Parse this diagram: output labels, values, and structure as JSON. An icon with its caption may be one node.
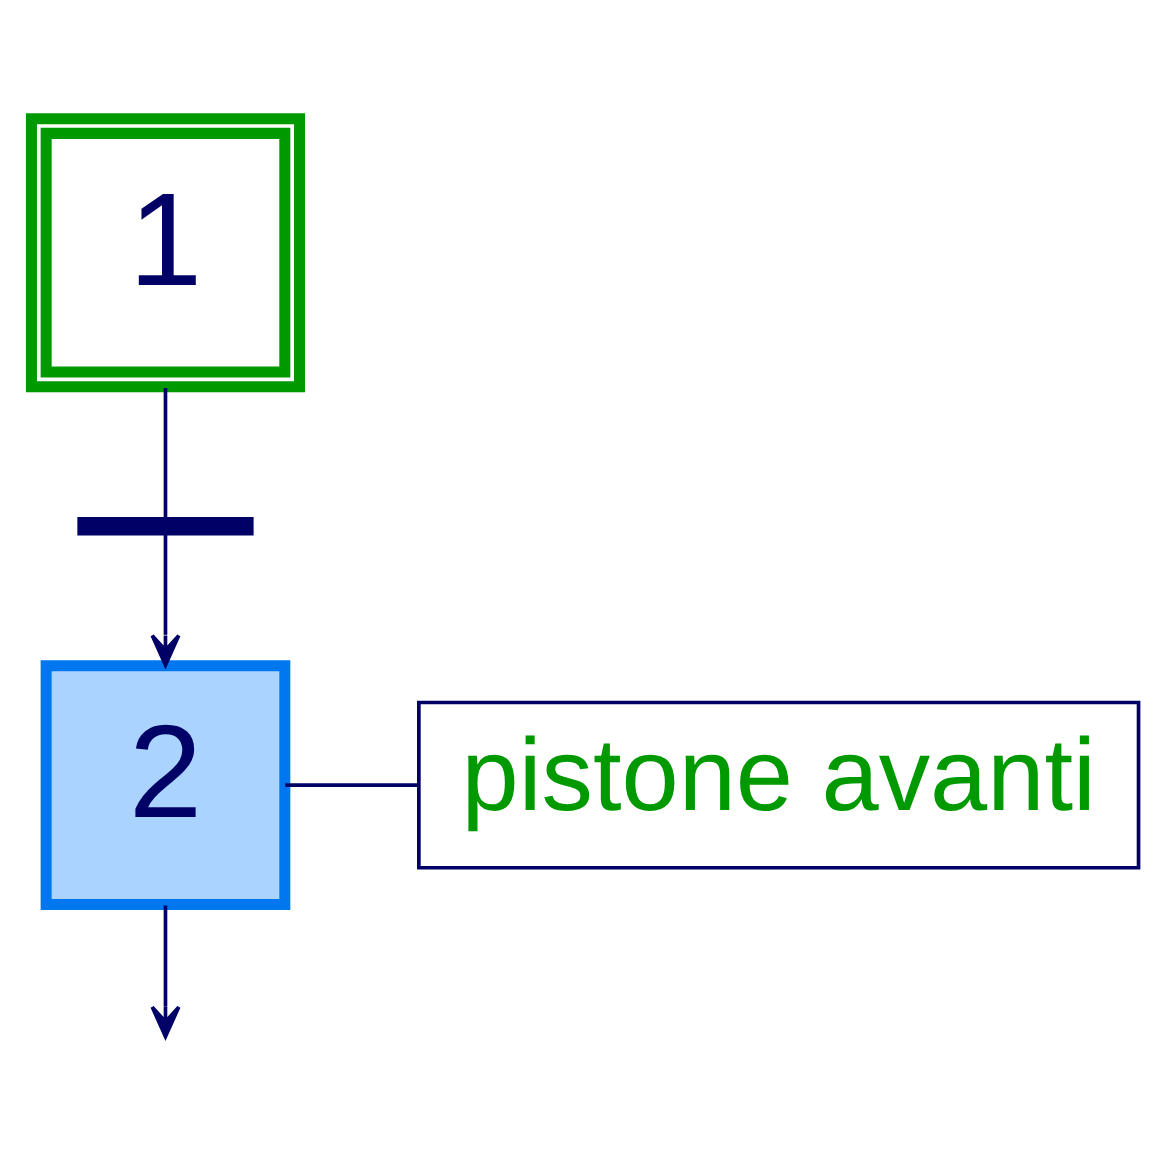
{
  "diagram": {
    "nodes": [
      {
        "text": [
          "1"
        ]
      },
      {
        "text": [],
        "shape": "bar"
      },
      {
        "text": [
          "2"
        ]
      },
      {
        "text": [
          "pistone avanti"
        ]
      }
    ],
    "edges": [
      {
        "from": 0,
        "to": 1,
        "arrow": "none"
      },
      {
        "from": 1,
        "to": 2,
        "arrow": "to"
      },
      {
        "from": 2,
        "to": 3,
        "arrow": "none"
      },
      {
        "from": 2,
        "to": null,
        "arrow": "to"
      }
    ]
  }
}
